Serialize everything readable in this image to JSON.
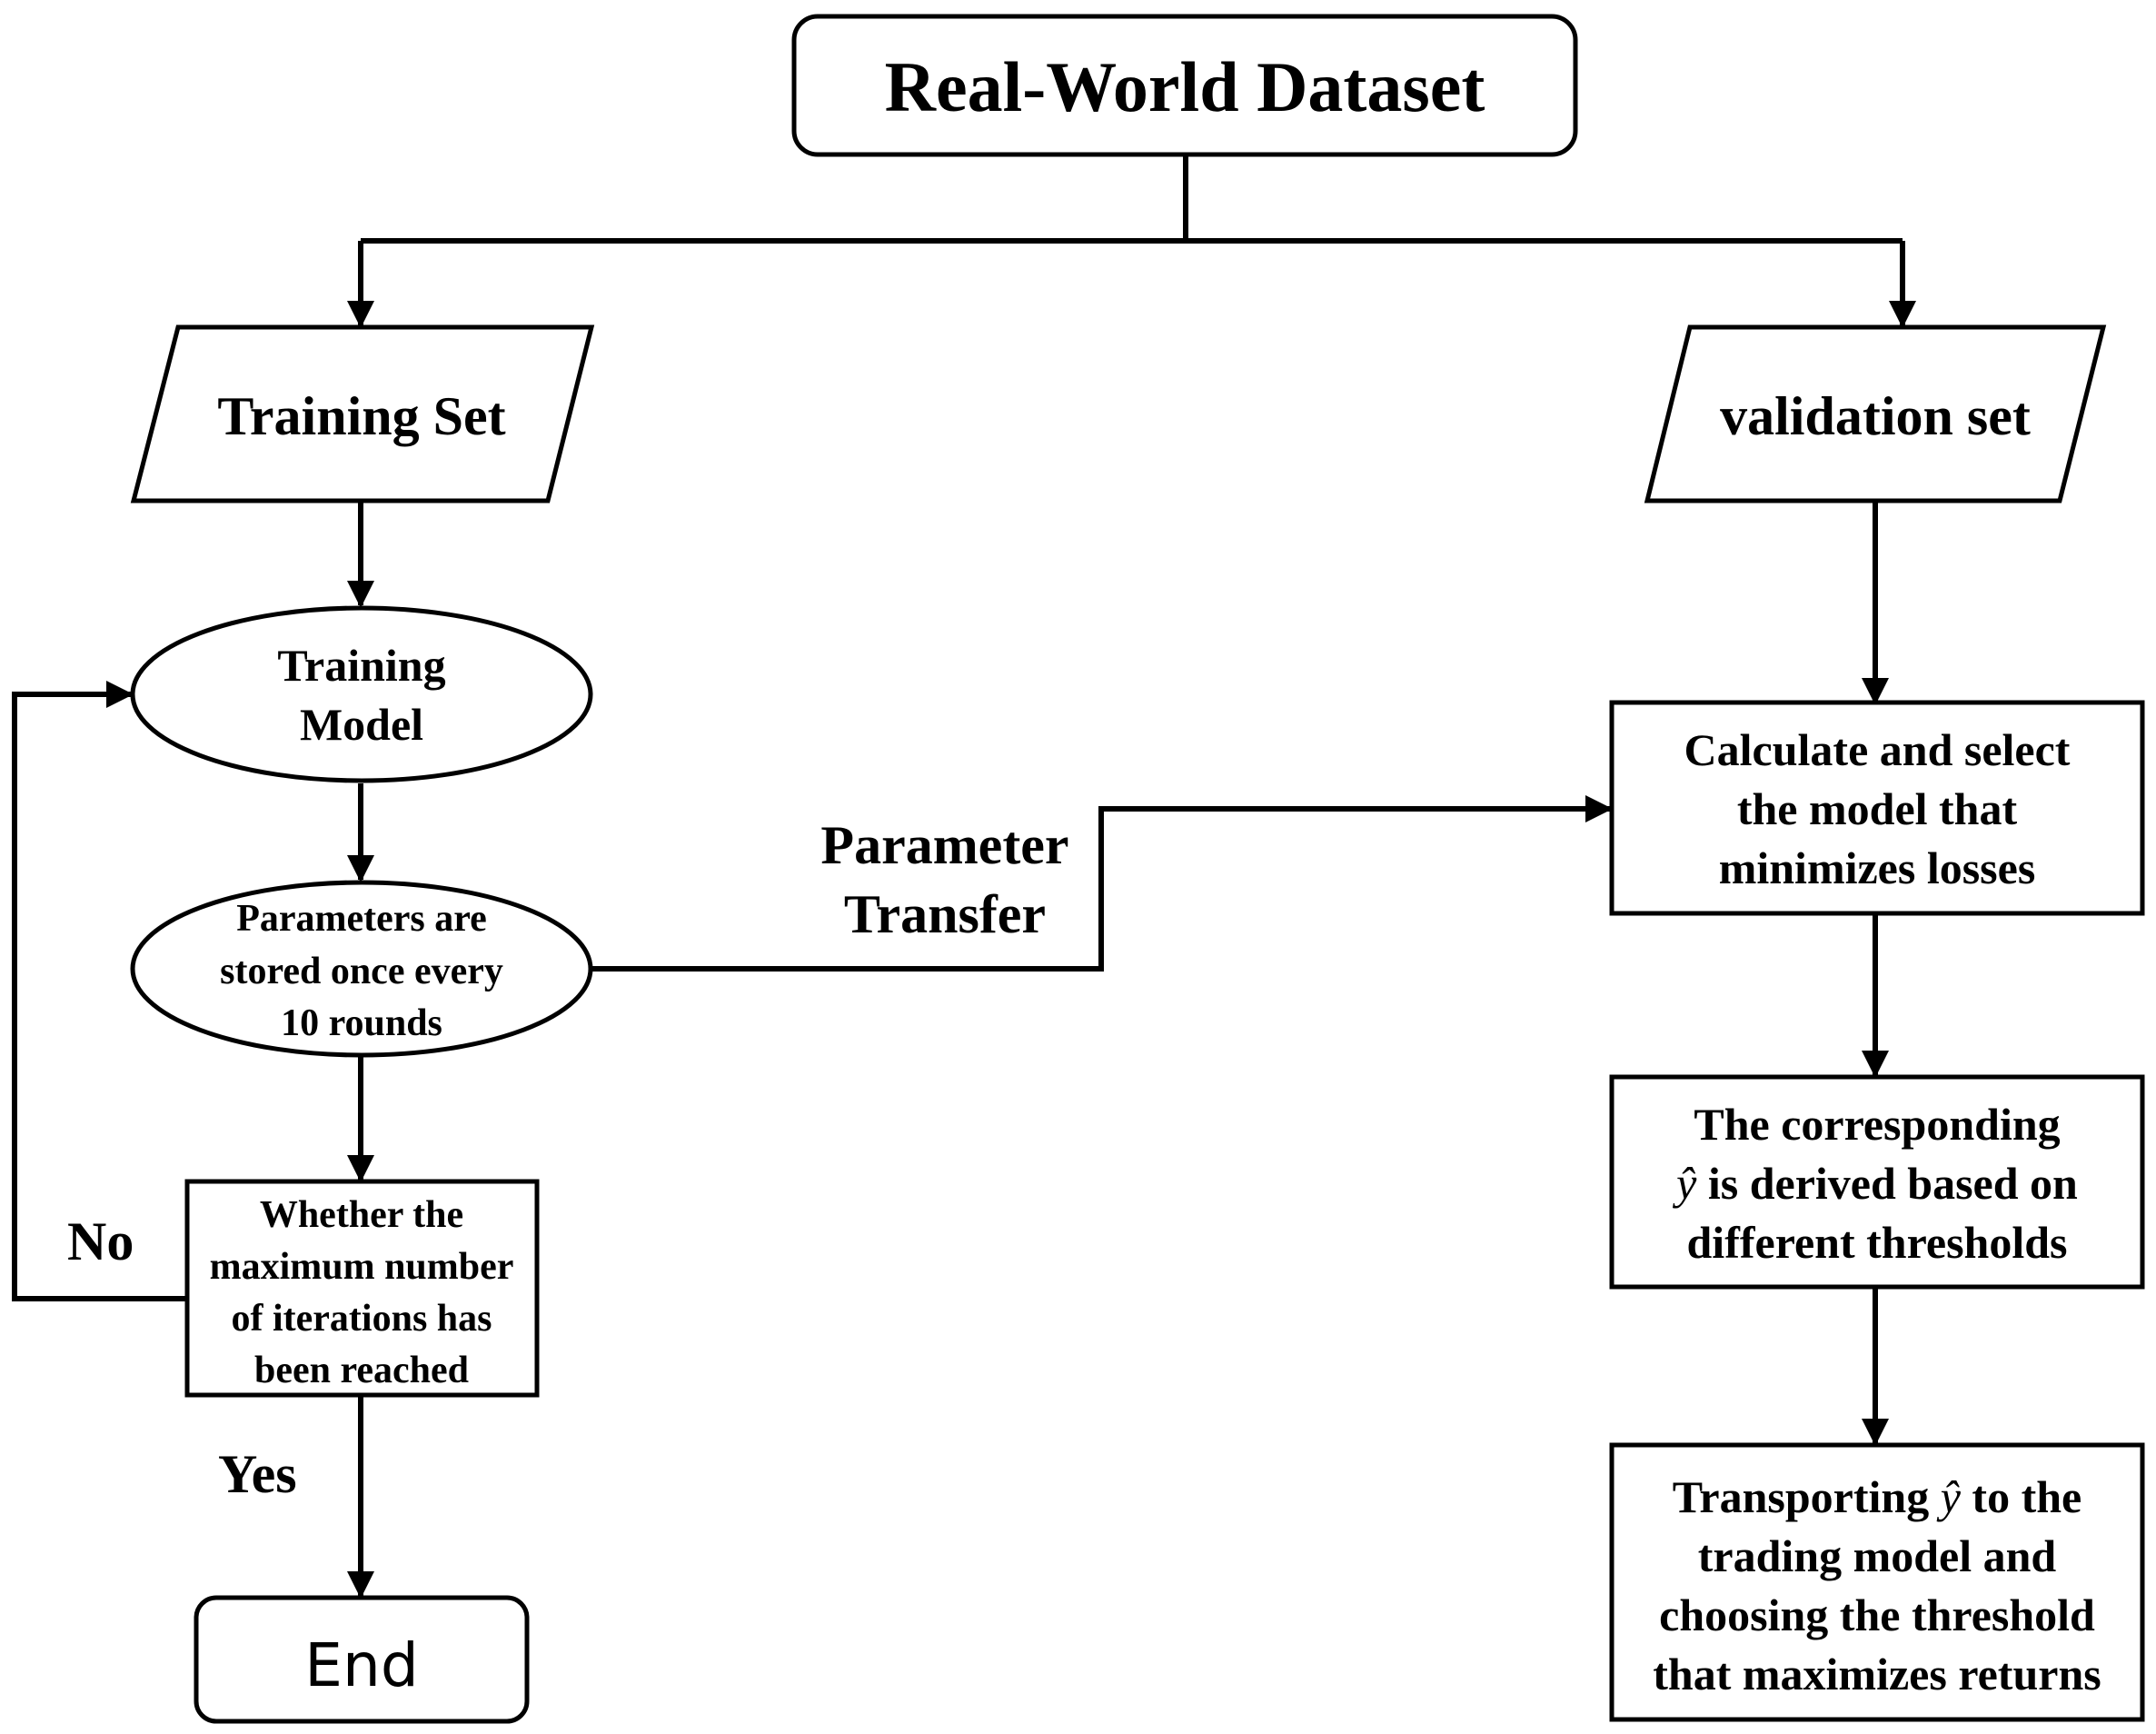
{
  "nodes": {
    "dataset": {
      "text": "Real-World Dataset"
    },
    "training_set": {
      "text": "Training Set"
    },
    "validation_set": {
      "text": "validation set"
    },
    "training_model": {
      "lines": [
        "Training",
        "Model"
      ]
    },
    "params_stored": {
      "lines": [
        "Parameters are",
        "stored once every",
        "10 rounds"
      ]
    },
    "max_iter": {
      "lines": [
        "Whether the",
        "maximum number",
        "of iterations has",
        "been reached"
      ]
    },
    "end": {
      "text": "End"
    },
    "calc_select": {
      "lines": [
        "Calculate and select",
        "the model that",
        "minimizes losses"
      ]
    },
    "derive_y": {
      "line1": "The corresponding",
      "line2_symbol": "ŷ",
      "line2_rest": " is derived based on",
      "line3": "different thresholds"
    },
    "transport": {
      "line1_pre": "Transporting ",
      "line1_symbol": "ŷ",
      "line1_post": " to the",
      "line2": "trading model and",
      "line3": "choosing the threshold",
      "line4": "that maximizes returns"
    }
  },
  "edge_labels": {
    "no": "No",
    "yes": "Yes",
    "param_transfer": [
      "Parameter",
      "Transfer"
    ]
  },
  "colors": {
    "stroke": "#000000",
    "background": "#ffffff",
    "text": "#000000"
  }
}
